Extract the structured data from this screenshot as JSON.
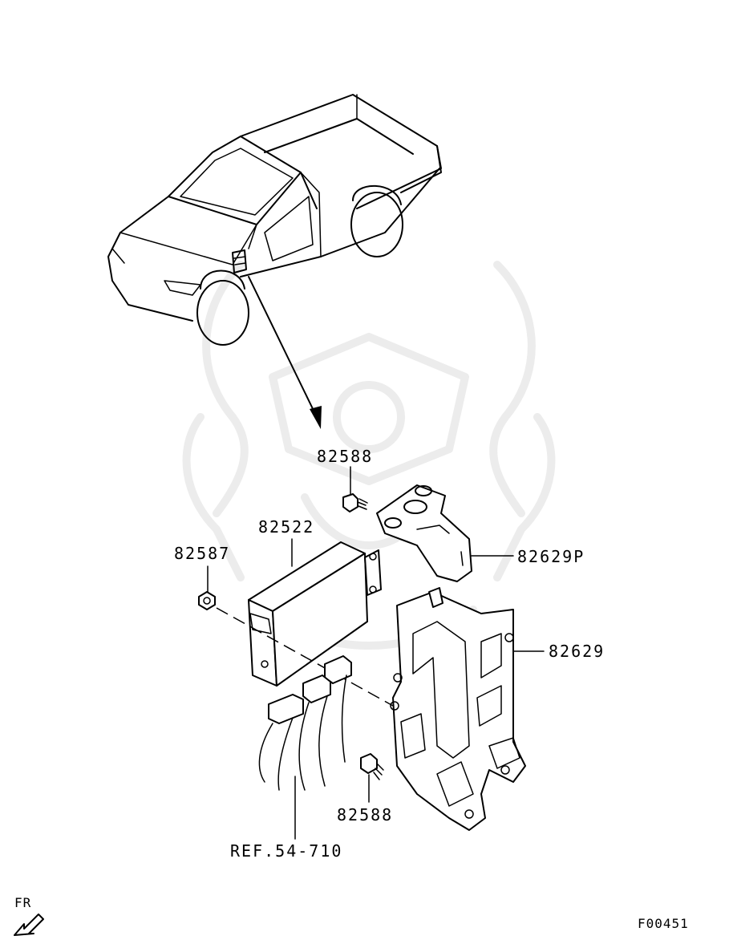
{
  "diagram": {
    "callouts": [
      {
        "id": "top-bolt",
        "text": "82588"
      },
      {
        "id": "module",
        "text": "82522"
      },
      {
        "id": "nut",
        "text": "82587"
      },
      {
        "id": "upper-bracket",
        "text": "82629P"
      },
      {
        "id": "lower-bracket",
        "text": "82629"
      },
      {
        "id": "bottom-bolt",
        "text": "82588"
      },
      {
        "id": "harness-ref",
        "text": "REF.54-710"
      }
    ],
    "direction_label": "FR",
    "figure_code": "F00451"
  }
}
